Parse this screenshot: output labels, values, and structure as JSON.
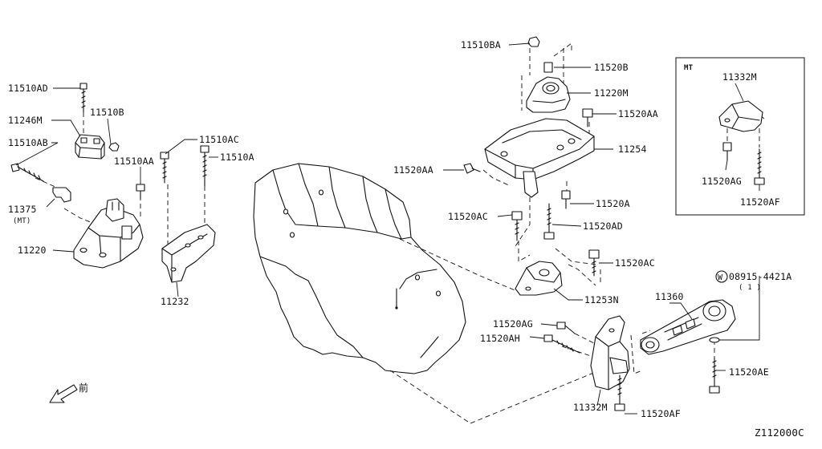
{
  "diagram": {
    "code": "Z112000C",
    "mt_box_title": "MT",
    "front_mark": "前",
    "labels": {
      "p11510ad": "11510AD",
      "p11246m": "11246M",
      "p11510b": "11510B",
      "p11510ab": "11510AB",
      "p11510aa_left": "11510AA",
      "p11510ac": "11510AC",
      "p11510a": "11510A",
      "p11375": "11375",
      "p11375_note": "(MT)",
      "p11220": "11220",
      "p11232": "11232",
      "p11510ba": "11510BA",
      "p11520b": "11520B",
      "p11220m": "11220M",
      "p11520aa_right": "11520AA",
      "p11254": "11254",
      "p11520aa_left": "11520AA",
      "p11520a": "11520A",
      "p11520ac_top": "11520AC",
      "p11520ad": "11520AD",
      "p11520ac_right": "11520AC",
      "p11253n": "11253N",
      "p11520ag_bottom": "11520AG",
      "p11520ah": "11520AH",
      "p11332m_bottom": "11332M",
      "p11520af_bottom": "11520AF",
      "p11360": "11360",
      "w_prefix": "W",
      "p08915": "08915-4421A",
      "p08915_qty": "( 1 )",
      "p11520ae": "11520AE",
      "mt_11332m": "11332M",
      "mt_11520ag": "11520AG",
      "mt_11520af": "11520AF"
    }
  }
}
